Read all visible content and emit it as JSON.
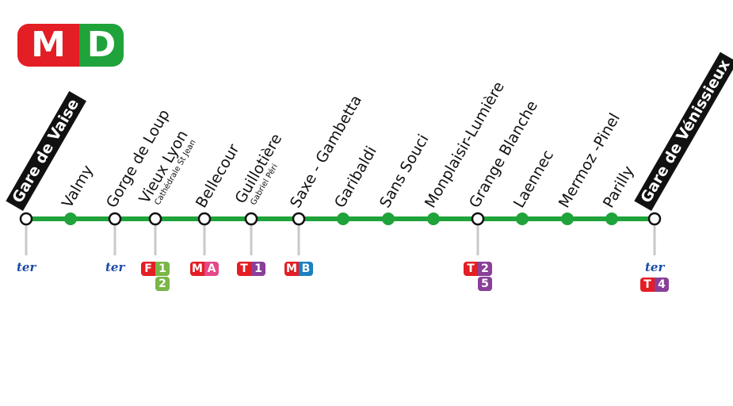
{
  "logo": {
    "line_m": "M",
    "line_d": "D"
  },
  "colors": {
    "line": "#1fa33a",
    "metro_red": "#e31e24",
    "tram_purple": "#8a3f98",
    "funicular_green": "#7ab648",
    "metro_a": "#e5498a",
    "metro_b": "#1d7fc1",
    "ter_blue": "#1a4aa8"
  },
  "stations": [
    {
      "name": "Gare de Vaise",
      "terminus": true,
      "correspondence": true
    },
    {
      "name": "Valmy",
      "correspondence": false
    },
    {
      "name": "Gorge de Loup",
      "correspondence": true
    },
    {
      "name": "Vieux Lyon",
      "subtitle": "Cathédrale St Jean",
      "correspondence": true
    },
    {
      "name": "Bellecour",
      "correspondence": true
    },
    {
      "name": "Guillotière",
      "subtitle": "Gabriel Péri",
      "correspondence": true
    },
    {
      "name": "Saxe - Gambetta",
      "correspondence": true
    },
    {
      "name": "Garibaldi",
      "correspondence": false
    },
    {
      "name": "Sans Souci",
      "correspondence": false
    },
    {
      "name": "Monplaisir-Lumière",
      "correspondence": false
    },
    {
      "name": "Grange Blanche",
      "correspondence": true
    },
    {
      "name": "Laennec",
      "correspondence": false
    },
    {
      "name": "Mermoz -Pinel",
      "correspondence": false
    },
    {
      "name": "Parilly",
      "correspondence": false
    },
    {
      "name": "Gare de Vénissieux",
      "terminus": true,
      "correspondence": true
    }
  ],
  "connections": [
    {
      "station": 0,
      "ter": "ter",
      "badges": []
    },
    {
      "station": 2,
      "ter": "ter",
      "badges": []
    },
    {
      "station": 3,
      "badges": [
        {
          "mode": "F",
          "mode_color": "#e31e24",
          "lines": [
            "1",
            "2"
          ],
          "line_color": "#7ab648",
          "stack": true
        }
      ]
    },
    {
      "station": 4,
      "badges": [
        {
          "mode": "M",
          "mode_color": "#e31e24",
          "lines": [
            "A"
          ],
          "line_color": "#e5498a"
        }
      ]
    },
    {
      "station": 5,
      "badges": [
        {
          "mode": "T",
          "mode_color": "#e31e24",
          "lines": [
            "1"
          ],
          "line_color": "#8a3f98"
        }
      ]
    },
    {
      "station": 6,
      "badges": [
        {
          "mode": "M",
          "mode_color": "#e31e24",
          "lines": [
            "B"
          ],
          "line_color": "#1d7fc1"
        }
      ]
    },
    {
      "station": 10,
      "badges": [
        {
          "mode": "T",
          "mode_color": "#e31e24",
          "lines": [
            "2",
            "5"
          ],
          "line_color": "#8a3f98",
          "stack": true
        }
      ]
    },
    {
      "station": 14,
      "ter": "ter",
      "badges": [
        {
          "mode": "T",
          "mode_color": "#e31e24",
          "lines": [
            "4"
          ],
          "line_color": "#8a3f98"
        }
      ]
    }
  ]
}
